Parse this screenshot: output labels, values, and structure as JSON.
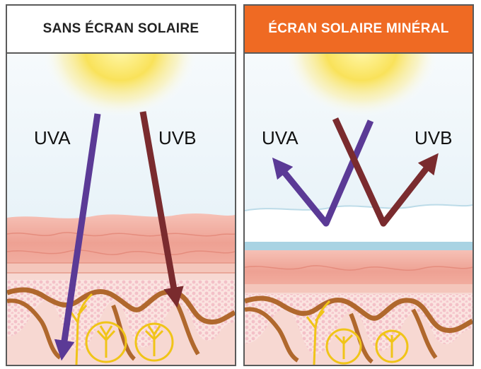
{
  "panels": [
    {
      "title": "SANS ÉCRAN SOLAIRE",
      "uva_label": "UVA",
      "uvb_label": "UVB"
    },
    {
      "title": "ÉCRAN SOLAIRE MINÉRAL",
      "uva_label": "UVA",
      "uvb_label": "UVB"
    }
  ],
  "colors": {
    "header_accent": "#ef6a23",
    "uva_ray": "#5b3a96",
    "uvb_ray": "#7a2b2e",
    "sun": "#f9e25a",
    "sky": "#e3f0f8",
    "sunscreen_film": "#ffffff",
    "epidermis": "#f0a89b",
    "dermis": "#f7d8d2",
    "melanin_layer": "#b0682d",
    "gland": "#f0c418"
  },
  "icons": [
    "sun-icon",
    "uva-arrow-icon",
    "uvb-arrow-icon",
    "skin-cross-section-icon"
  ]
}
